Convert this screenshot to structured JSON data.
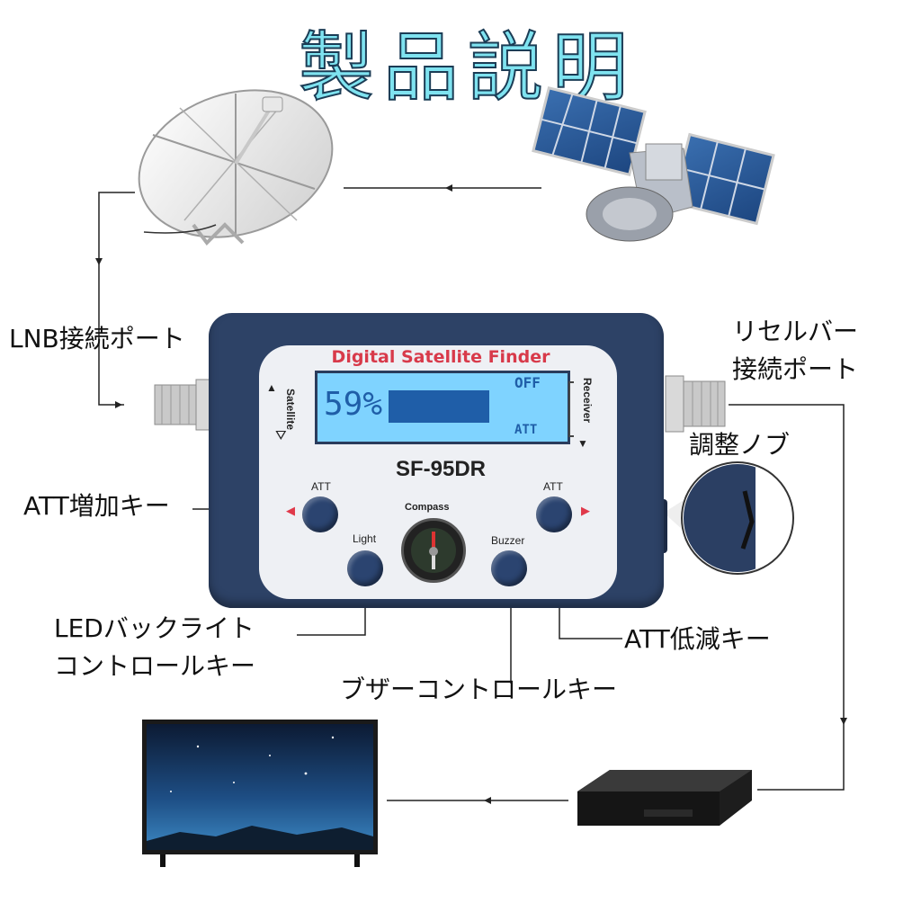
{
  "title": "製品説明",
  "labels": {
    "lnb_port": "LNB接続ポート",
    "receiver_port_line1": "リセルバー",
    "receiver_port_line2": "接続ポート",
    "adjust_knob": "調整ノブ",
    "att_increase": "ATT増加キー",
    "led_backlight_line1": "LEDバックライト",
    "led_backlight_line2": "コントロールキー",
    "att_decrease": "ATT低減キー",
    "buzzer_control": "ブザーコントロールキー"
  },
  "device": {
    "panel_title": "Digital Satellite Finder",
    "model": "SF-95DR",
    "satellite_label": "Satellite",
    "receiver_label": "Receiver",
    "lcd": {
      "percent_text": "59%",
      "signal_level": 0.59,
      "off_text": "OFF",
      "att_text": "ATT"
    },
    "buttons": {
      "att_left": "ATT",
      "att_right": "ATT",
      "compass": "Compass",
      "light": "Light",
      "buzzer": "Buzzer"
    }
  },
  "colors": {
    "title_fill": "#7fe3f0",
    "device_body": "#2d4266",
    "lcd_background": "#7fd3ff",
    "lcd_text": "#1f5ea8",
    "panel_title": "#d83a4a",
    "arrow_red": "#e0394a"
  },
  "icons": [
    "satellite-dish-icon",
    "satellite-icon",
    "tv-icon",
    "receiver-box-icon",
    "compass-icon"
  ]
}
